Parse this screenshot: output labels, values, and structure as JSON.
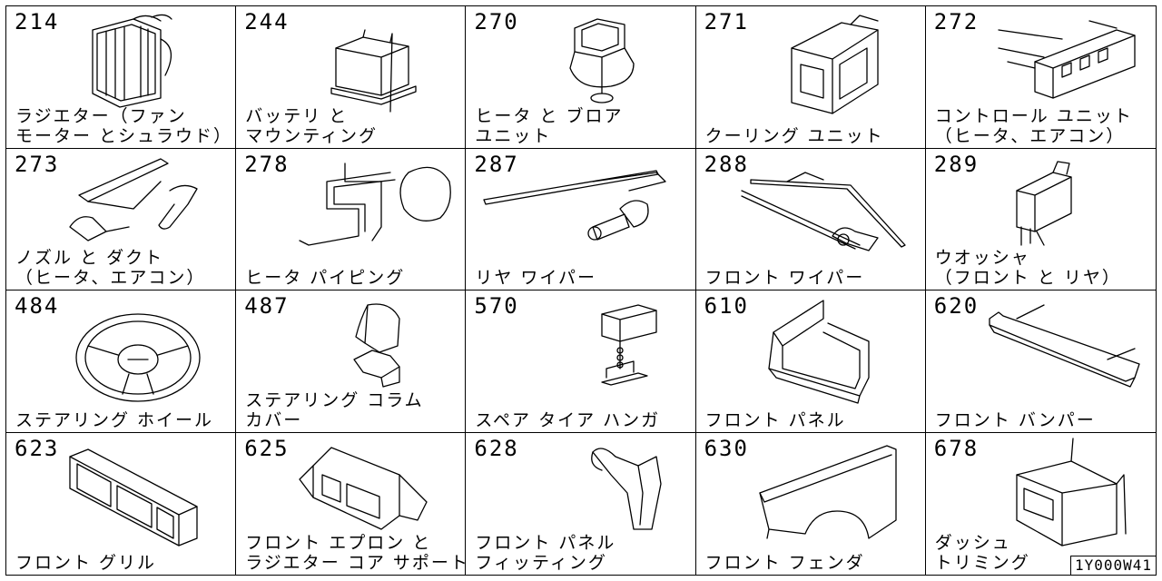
{
  "catalog": {
    "code": "1Y000W41",
    "parts": [
      {
        "num": "214",
        "icon": "radiator-icon",
        "lines": [
          "ラジエター（ファン",
          "モーター とシュラウド）"
        ]
      },
      {
        "num": "244",
        "icon": "battery-icon",
        "lines": [
          "バッテリ と",
          "マウンティング"
        ]
      },
      {
        "num": "270",
        "icon": "heater-blower-icon",
        "lines": [
          "ヒータ と ブロア",
          "ユニット"
        ]
      },
      {
        "num": "271",
        "icon": "cooling-unit-icon",
        "lines": [
          "クーリング ユニット"
        ]
      },
      {
        "num": "272",
        "icon": "control-unit-icon",
        "lines": [
          "コントロール ユニット",
          "（ヒータ、エアコン）"
        ]
      },
      {
        "num": "273",
        "icon": "nozzle-duct-icon",
        "lines": [
          "ノズル と ダクト",
          "（ヒータ、エアコン）"
        ]
      },
      {
        "num": "278",
        "icon": "heater-piping-icon",
        "lines": [
          "ヒータ パイピング"
        ]
      },
      {
        "num": "287",
        "icon": "rear-wiper-icon",
        "lines": [
          "リヤ ワイパー"
        ]
      },
      {
        "num": "288",
        "icon": "front-wiper-icon",
        "lines": [
          "フロント ワイパー"
        ]
      },
      {
        "num": "289",
        "icon": "washer-icon",
        "lines": [
          "ウオッシャ",
          "（フロント と リヤ）"
        ]
      },
      {
        "num": "484",
        "icon": "steering-wheel-icon",
        "lines": [
          "ステアリング ホイール"
        ]
      },
      {
        "num": "487",
        "icon": "column-cover-icon",
        "lines": [
          "ステアリング コラム",
          "カバー"
        ]
      },
      {
        "num": "570",
        "icon": "spare-tire-hanger-icon",
        "lines": [
          "スペア タイア ハンガ"
        ]
      },
      {
        "num": "610",
        "icon": "front-panel-icon",
        "lines": [
          "フロント パネル"
        ]
      },
      {
        "num": "620",
        "icon": "front-bumper-icon",
        "lines": [
          "フロント バンパー"
        ]
      },
      {
        "num": "623",
        "icon": "front-grille-icon",
        "lines": [
          "フロント グリル"
        ]
      },
      {
        "num": "625",
        "icon": "apron-support-icon",
        "lines": [
          "フロント エプロン と",
          "ラジエター コア サポート"
        ]
      },
      {
        "num": "628",
        "icon": "panel-fitting-icon",
        "lines": [
          "フロント パネル",
          "フィッティング"
        ]
      },
      {
        "num": "630",
        "icon": "front-fender-icon",
        "lines": [
          "フロント フェンダ"
        ]
      },
      {
        "num": "678",
        "icon": "dash-trimming-icon",
        "lines": [
          "ダッシュ",
          "トリミング"
        ]
      }
    ]
  }
}
